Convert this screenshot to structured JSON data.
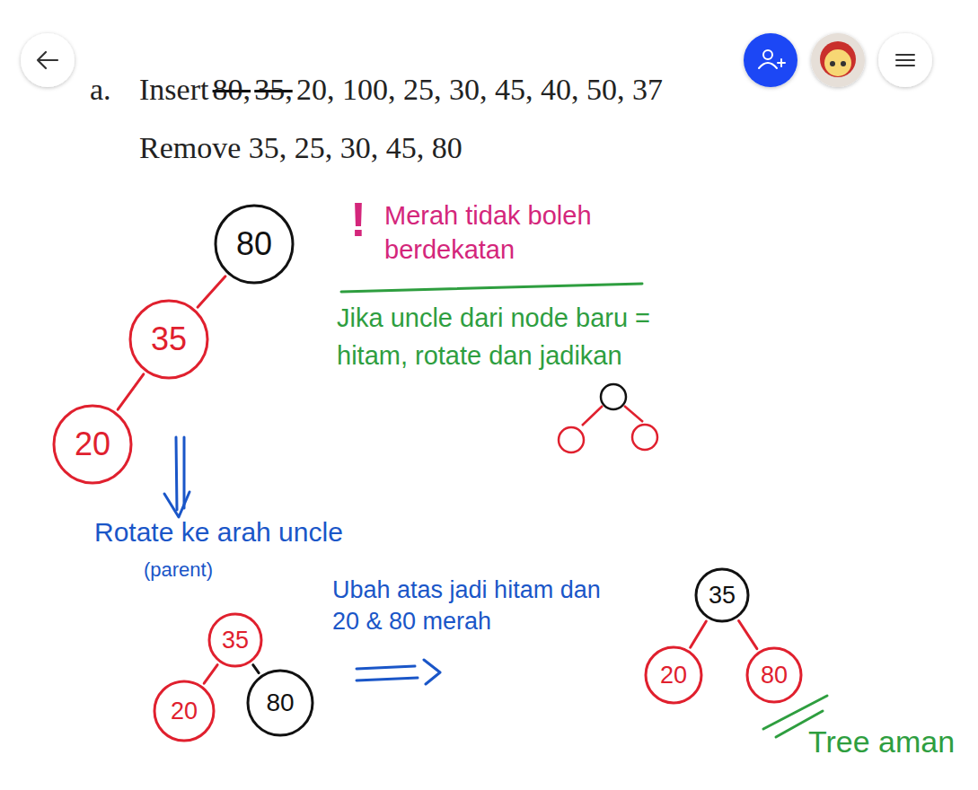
{
  "diagram": {
    "nodes": [
      {
        "text": [
          "80"
        ]
      },
      {
        "text": [
          "35"
        ]
      },
      {
        "text": [
          "20"
        ]
      },
      {
        "text": [
          "35"
        ]
      },
      {
        "text": [
          "20"
        ]
      },
      {
        "text": [
          "80"
        ]
      },
      {
        "text": [
          "35"
        ]
      },
      {
        "text": [
          "20"
        ]
      },
      {
        "text": [
          "80"
        ]
      }
    ],
    "edges": [
      {
        "from": 0,
        "to": 1,
        "arrow": "none"
      },
      {
        "from": 1,
        "to": 2,
        "arrow": "none"
      },
      {
        "from": 3,
        "to": 4,
        "arrow": "none"
      },
      {
        "from": 3,
        "to": 5,
        "arrow": "none"
      },
      {
        "from": 6,
        "to": 7,
        "arrow": "none"
      },
      {
        "from": 6,
        "to": 8,
        "arrow": "none"
      }
    ],
    "labels": [
      "a.",
      "Insert",
      "80,",
      "35,",
      "20, 100, 25, 30, 45, 40, 50, 37",
      "Remove 35, 25, 30, 45, 80",
      "!",
      "Merah tidak boleh berdekatan",
      "Jika uncle dari node baru = hitam, rotate dan jadikan",
      "Rotate ke arah uncle",
      "(parent)",
      "Ubah atas jadi hitam dan 20 & 80 merah",
      "Tree aman"
    ]
  }
}
